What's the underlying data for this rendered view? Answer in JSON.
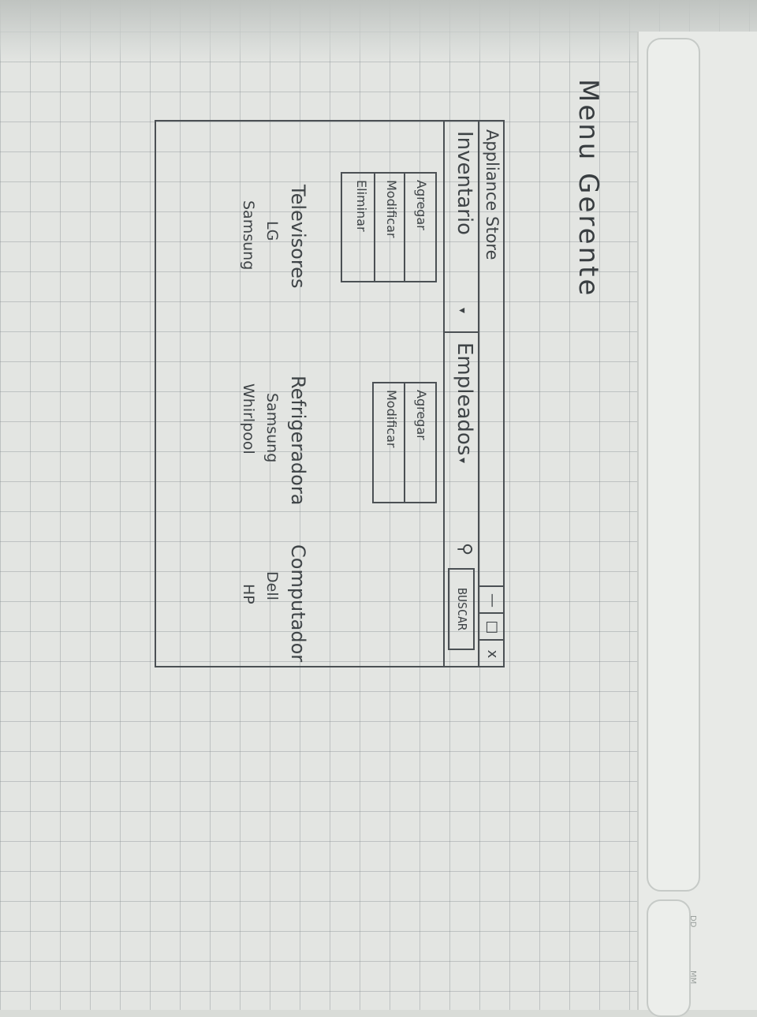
{
  "sketch": {
    "page_heading": "Menu Gerente",
    "window": {
      "title": "Appliance Store",
      "controls": {
        "minimize": "—",
        "maximize": "□",
        "close": "x"
      }
    },
    "menubar": {
      "inventario": {
        "label": "Inventario",
        "arrow": "▾",
        "items": [
          "Agregar",
          "Modificar",
          "Eliminar"
        ]
      },
      "empleados": {
        "label": "Empleados",
        "arrow": "▾",
        "items": [
          "Agregar",
          "Modificar"
        ]
      },
      "search_icon": "⚲",
      "search_label": "BUSCAR"
    },
    "columns": [
      {
        "heading": "Televisores",
        "items": [
          "LG",
          "Samsung"
        ]
      },
      {
        "heading": "Refrigeradora",
        "items": [
          "Samsung",
          "Whirlpool"
        ]
      },
      {
        "heading": "Computador",
        "items": [
          "Dell",
          "HP"
        ]
      }
    ]
  },
  "notebook_margin": {
    "dd": "DD",
    "mm": "MM"
  }
}
